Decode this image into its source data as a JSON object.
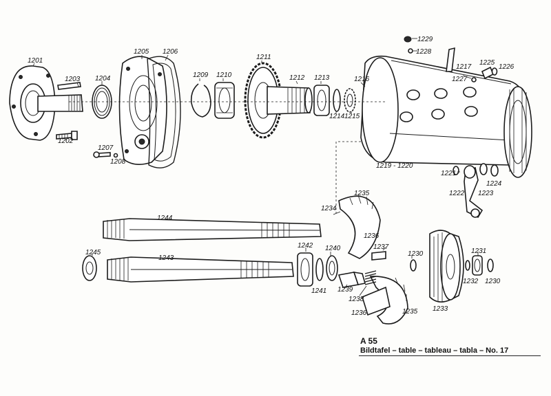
{
  "labels": {
    "p1201": "1201",
    "p1202": "1202",
    "p1203": "1203",
    "p1204": "1204",
    "p1205": "1205",
    "p1206": "1206",
    "p1207": "1207",
    "p1208": "1208",
    "p1209": "1209",
    "p1210": "1210",
    "p1211": "1211",
    "p1212": "1212",
    "p1213": "1213",
    "p1214": "1214",
    "p1215": "1215",
    "p1216": "1216",
    "p1217": "1217",
    "p1219_1220": "1219 - 1220",
    "p1221": "1221",
    "p1222": "1222",
    "p1223": "1223",
    "p1224": "1224",
    "p1225": "1225",
    "p1226": "1226",
    "p1227": "1227",
    "p1228": "1228",
    "p1229": "1229",
    "p1230a": "1230",
    "p1230b": "1230",
    "p1231": "1231",
    "p1232": "1232",
    "p1233": "1233",
    "p1234": "1234",
    "p1235a": "1235",
    "p1235b": "1235",
    "p1236a": "1236",
    "p1236b": "1236",
    "p1237": "1237",
    "p1238": "1238",
    "p1239": "1239",
    "p1240": "1240",
    "p1241": "1241",
    "p1242": "1242",
    "p1243": "1243",
    "p1244": "1244",
    "p1245": "1245"
  },
  "caption": {
    "code": "A 55",
    "title": "Bildtafel – table – tableau – tabla – No. 17"
  }
}
